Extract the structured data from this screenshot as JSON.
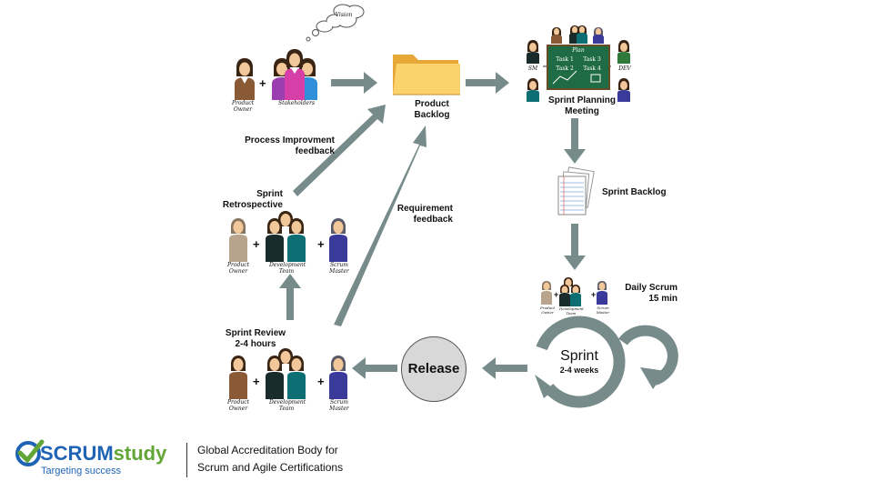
{
  "colors": {
    "arrow": "#788b8b",
    "accent_blue": "#1f63b6",
    "accent_green": "#63a536",
    "release_fill": "#d8d8d8"
  },
  "top": {
    "vision": "Vision",
    "product_owner": "Product Owner",
    "stakeholders": "Stakeholders",
    "product_backlog_line1": "Product",
    "product_backlog_line2": "Backlog"
  },
  "planning": {
    "line1": "Sprint Planning",
    "line2": "Meeting",
    "board_title": "Plan",
    "tasks": [
      "Task 1",
      "Task 3",
      "Task 2",
      "Task 4"
    ],
    "left_tag": "SM",
    "right_tag": "DEV"
  },
  "sprint_backlog": "Sprint Backlog",
  "daily_scrum": {
    "line1": "Daily Scrum",
    "line2": "15 min"
  },
  "sprint": {
    "title": "Sprint",
    "duration": "2-4 weeks"
  },
  "release": "Release",
  "review": {
    "line1": "Sprint Review",
    "line2": "2-4 hours"
  },
  "retro": {
    "line1": "Sprint",
    "line2": "Retrospective"
  },
  "feedback": {
    "process_line1": "Process Improvment",
    "process_line2": "feedback",
    "requirement_line1": "Requirement",
    "requirement_line2": "feedback"
  },
  "roles": {
    "product_owner": "Product Owner",
    "development_team": "Development Team",
    "scrum_master": "Scrum Master"
  },
  "logo": {
    "brand_prefix": "SCRUM",
    "brand_suffix": "study",
    "tagline": "Targeting success"
  },
  "footer": {
    "line1": "Global Accreditation Body for",
    "line2": "Scrum and Agile Certifications"
  }
}
